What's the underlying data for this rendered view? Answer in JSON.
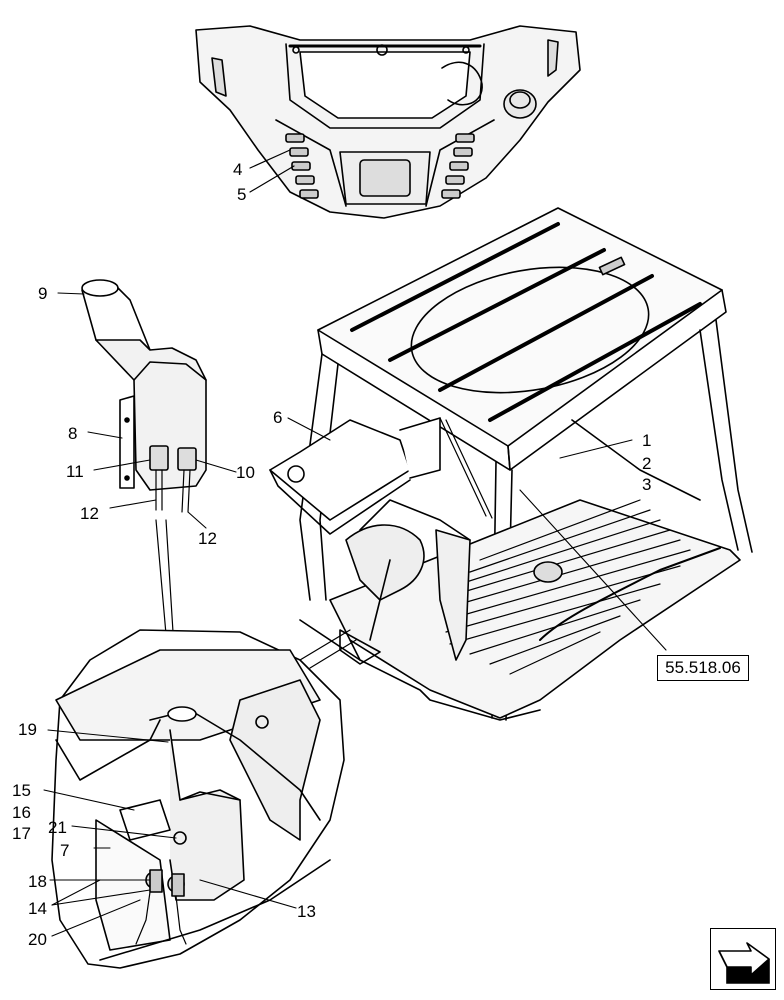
{
  "reference": {
    "label": "55.518.06"
  },
  "callouts": {
    "c1": "1",
    "c2": "2",
    "c3": "3",
    "c4": "4",
    "c5": "5",
    "c6": "6",
    "c7": "7",
    "c8": "8",
    "c9": "9",
    "c10": "10",
    "c11": "11",
    "c12a": "12",
    "c12b": "12",
    "c13": "13",
    "c14": "14",
    "c15": "15",
    "c16": "16",
    "c17": "17",
    "c18": "18",
    "c19": "19",
    "c20": "20",
    "c21": "21"
  },
  "icons": {
    "navigation": "arrow-icon"
  }
}
